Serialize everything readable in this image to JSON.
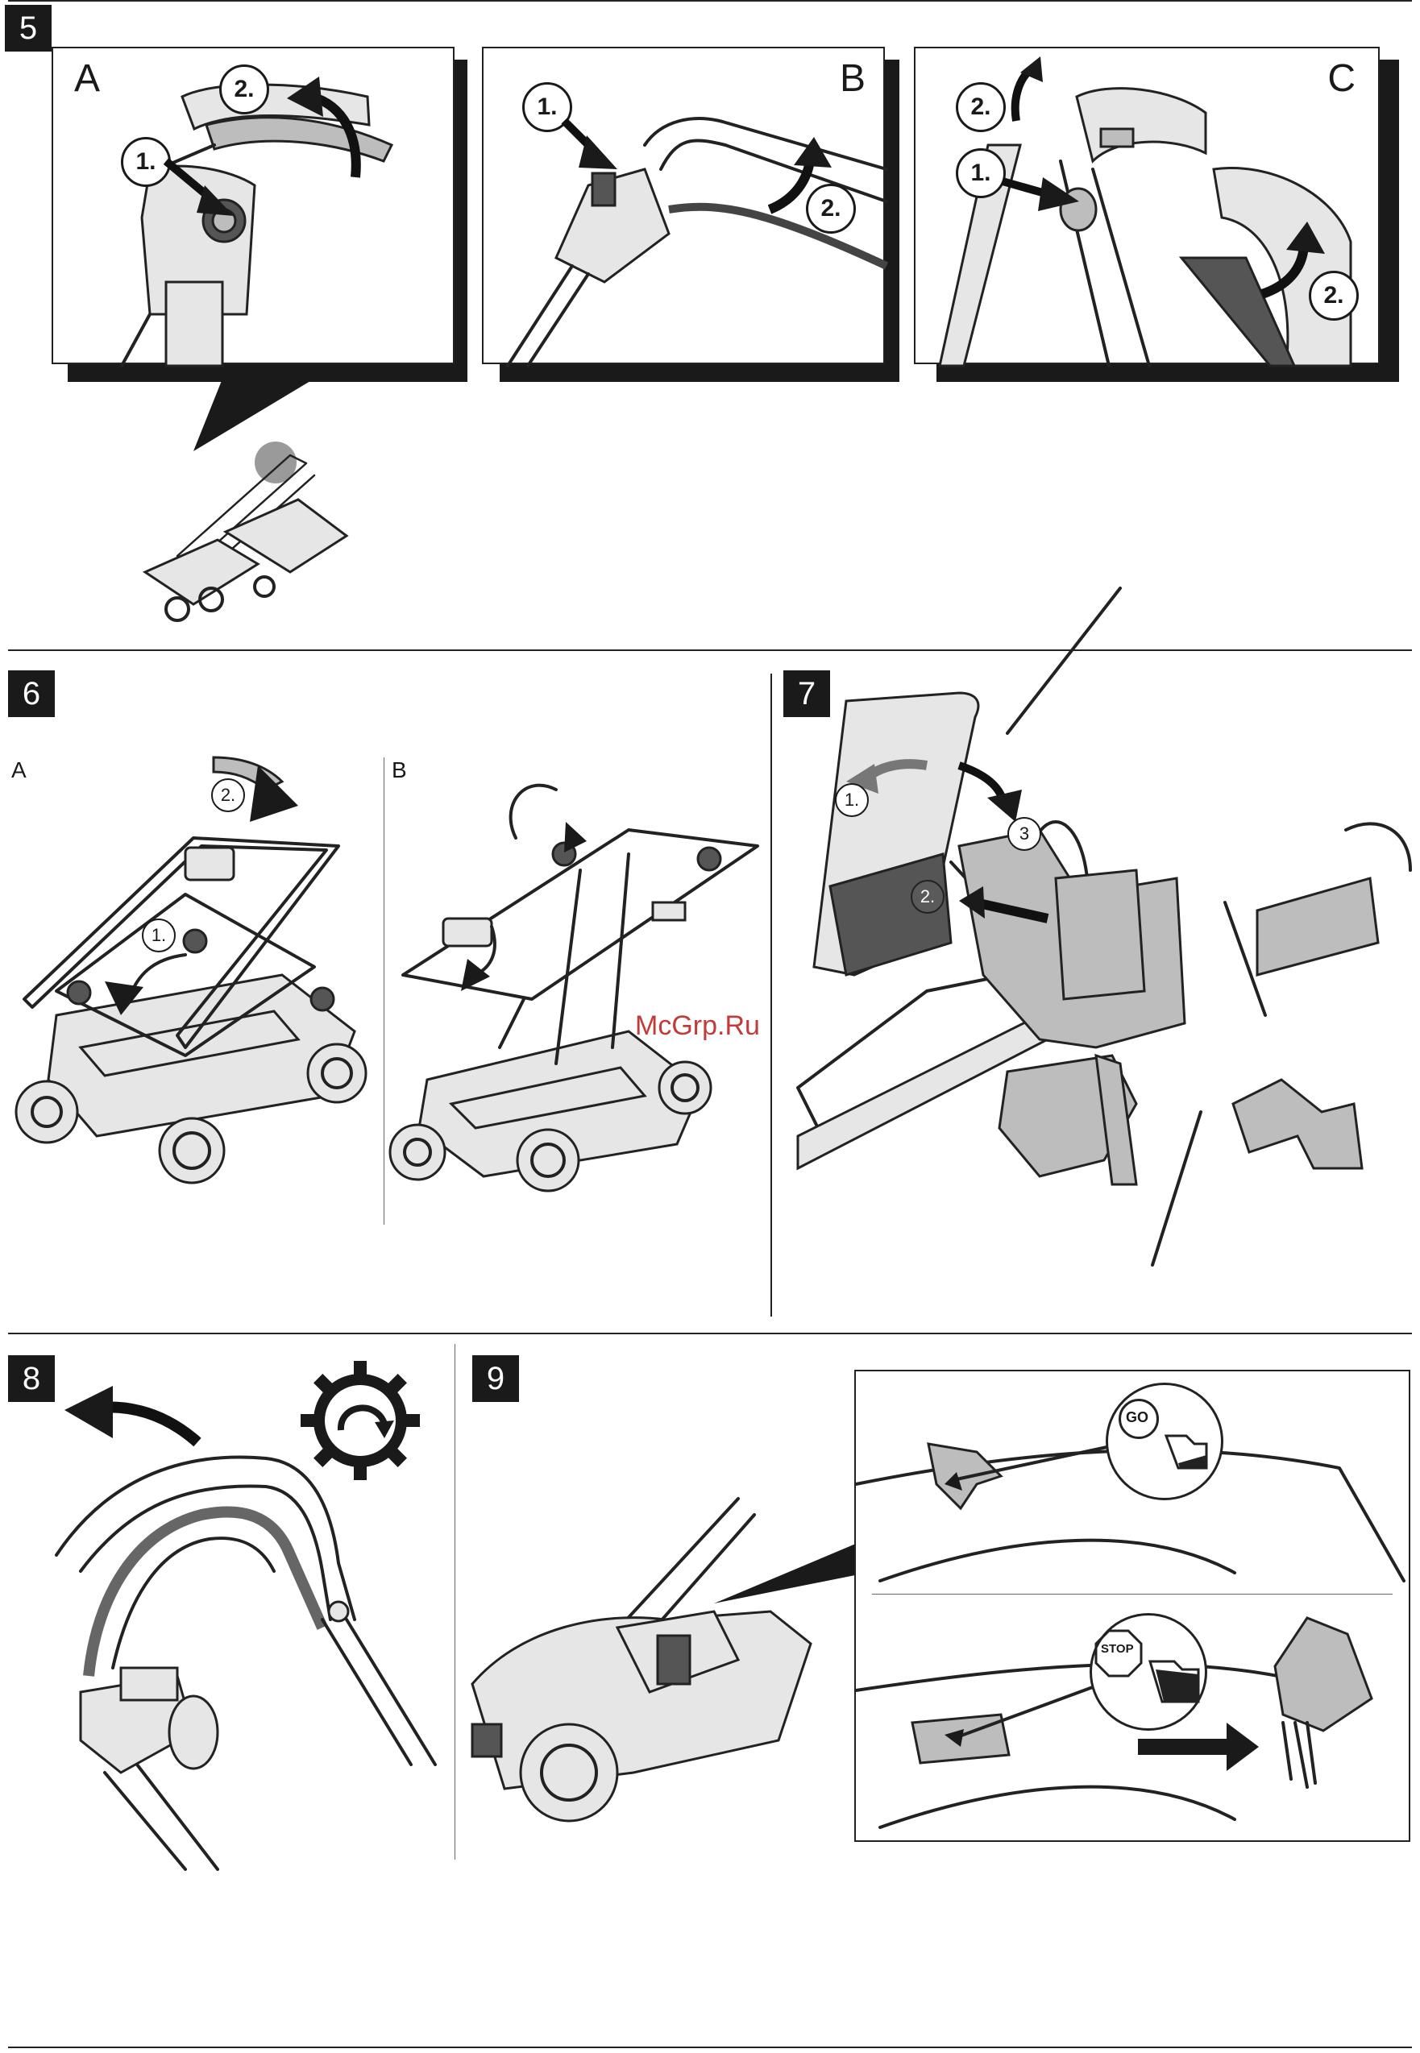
{
  "figures": {
    "fig5": {
      "number": "5",
      "panels": [
        {
          "label": "A",
          "steps": [
            "1.",
            "2."
          ]
        },
        {
          "label": "B",
          "steps": [
            "1.",
            "2."
          ]
        },
        {
          "label": "C",
          "steps": [
            "2.",
            "1.",
            "2."
          ]
        }
      ]
    },
    "fig6": {
      "number": "6",
      "sub_a": "A",
      "sub_b": "B",
      "steps": [
        "2.",
        "1."
      ]
    },
    "fig7": {
      "number": "7",
      "steps": [
        "1.",
        "2.",
        "3"
      ]
    },
    "fig8": {
      "number": "8"
    },
    "fig9": {
      "number": "9",
      "go_label": "GO",
      "stop_label": "STOP"
    }
  },
  "watermark": "McGrp.Ru"
}
